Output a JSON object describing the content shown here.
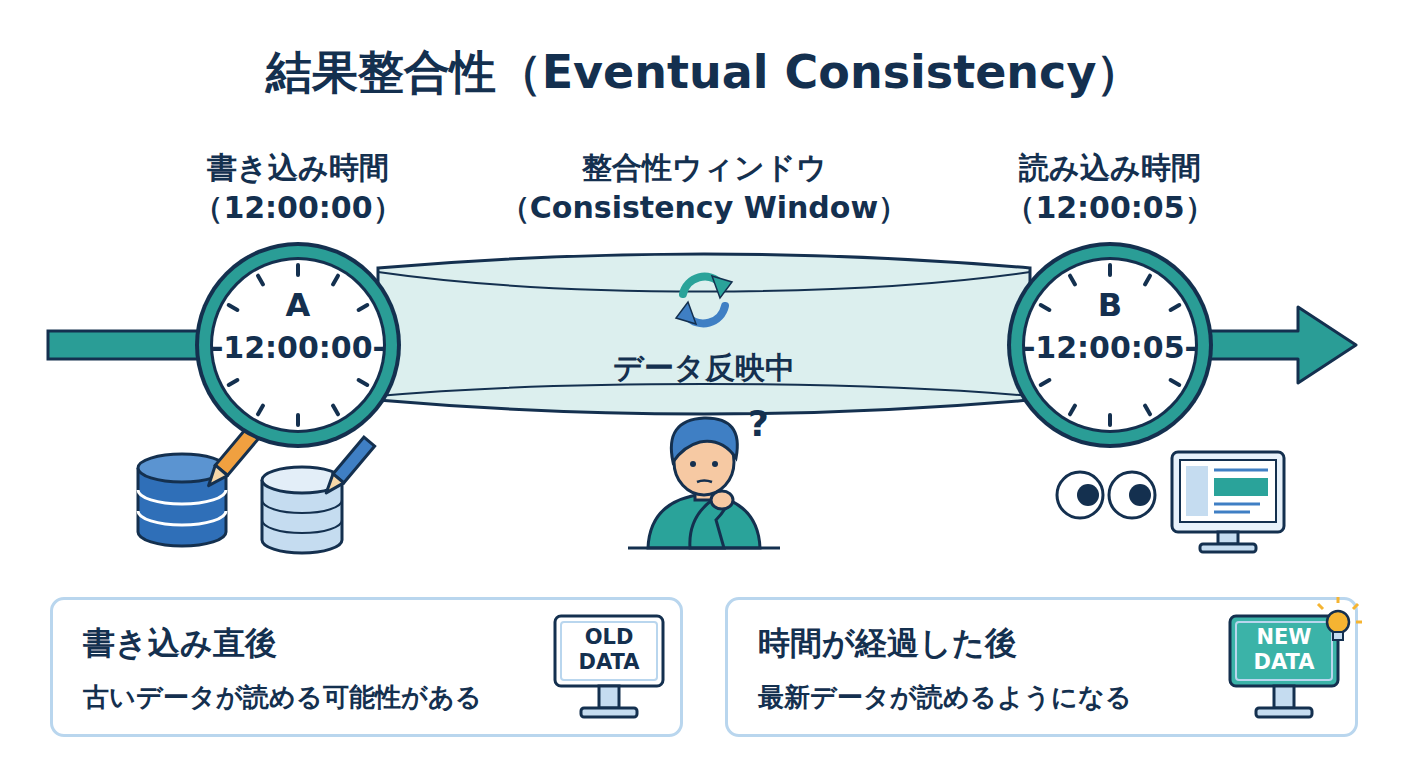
{
  "diagram": {
    "title": "結果整合性（Eventual Consistency）",
    "nodes": [
      {
        "text": [
          "書き込み時間 （12:00:00）",
          "A",
          "-12:00:00-"
        ]
      },
      {
        "text": [
          "整合性ウィンドウ （Consistency Window）",
          "データ反映中"
        ]
      },
      {
        "text": [
          "読み込み時間 （12:00:05）",
          "B",
          "-12:00:05-"
        ]
      },
      {
        "text": [
          "書き込み直後",
          "古いデータが読める可能性がある"
        ]
      },
      {
        "text": [
          "OLD DATA"
        ],
        "in": 3
      },
      {
        "text": [
          "時間が経過した後",
          "最新データが読めるようになる"
        ]
      },
      {
        "text": [
          "NEW DATA"
        ],
        "in": 5
      }
    ],
    "labels": [
      "?"
    ]
  }
}
